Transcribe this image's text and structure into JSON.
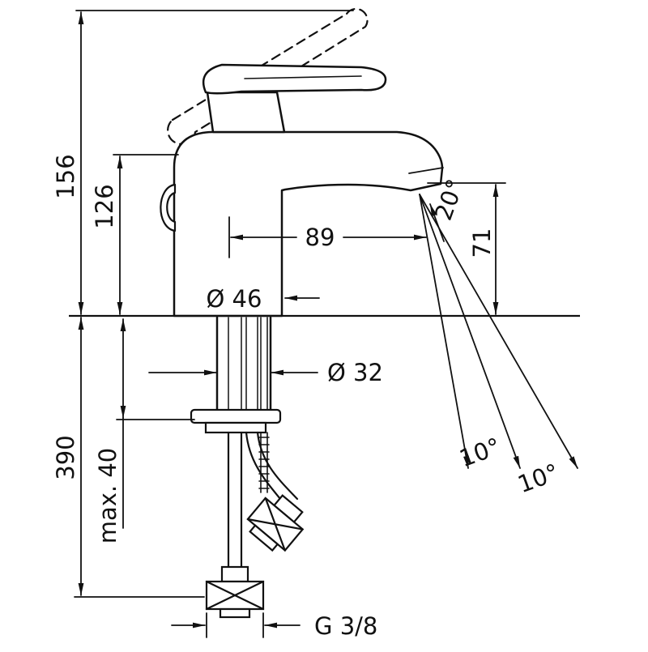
{
  "drawing": {
    "colors": {
      "background": "#ffffff",
      "line": "#111111"
    },
    "labels": {
      "total_height": "156",
      "body_height": "126",
      "spout_reach": "89",
      "spout_height": "71",
      "stream_angle": "20°",
      "base_diameter": "Ø 46",
      "shank_diameter": "Ø 32",
      "under_counter_depth": "390",
      "max_mounting_thickness": "max. 40",
      "spray_angle_inner": "10°",
      "spray_angle_outer": "10°",
      "connection_thread": "G 3/8"
    }
  }
}
